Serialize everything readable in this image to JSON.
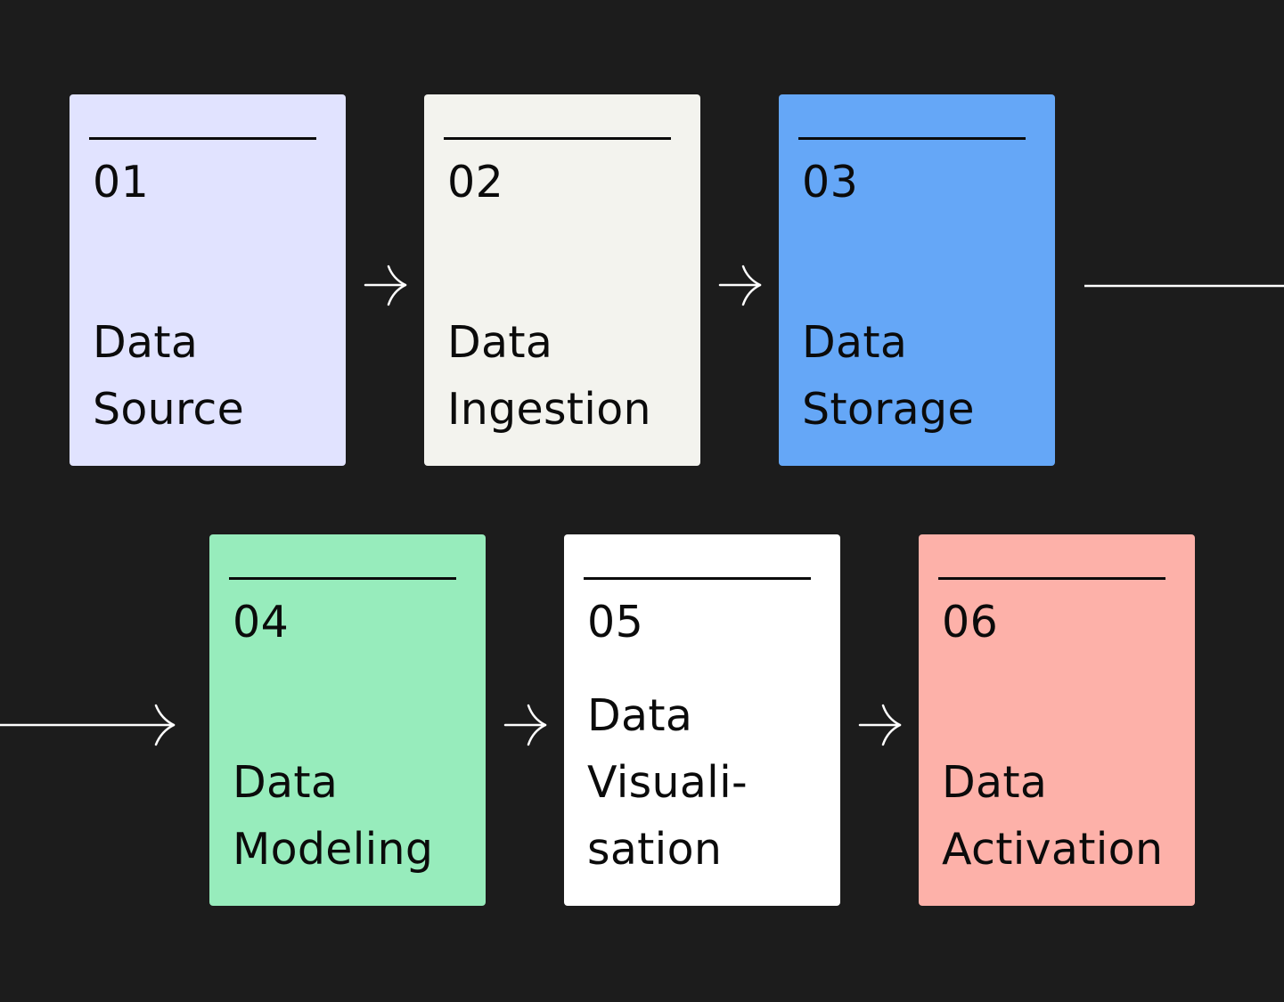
{
  "colors": {
    "background": "#1c1c1c",
    "text": "#0b0b0b",
    "connector": "#ffffff"
  },
  "steps": [
    {
      "number": "01",
      "line1": "Data",
      "line2": "Source",
      "line3": "",
      "color": "#e1e3ff"
    },
    {
      "number": "02",
      "line1": "Data",
      "line2": "Ingestion",
      "line3": "",
      "color": "#f3f3ee"
    },
    {
      "number": "03",
      "line1": "Data",
      "line2": "Storage",
      "line3": "",
      "color": "#65a7f7"
    },
    {
      "number": "04",
      "line1": "Data",
      "line2": "Modeling",
      "line3": "",
      "color": "#97ecbc"
    },
    {
      "number": "05",
      "line1": "Data",
      "line2": "Visuali-",
      "line3": "sation",
      "color": "#ffffff"
    },
    {
      "number": "06",
      "line1": "Data",
      "line2": "Activation",
      "line3": "",
      "color": "#fdb1a9"
    }
  ]
}
